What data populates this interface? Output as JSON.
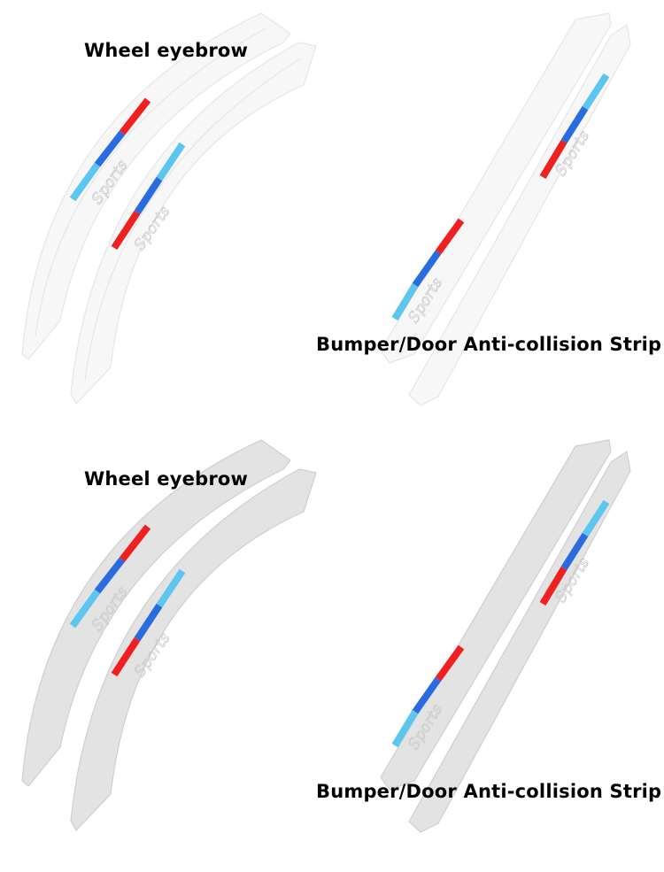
{
  "panels": [
    {
      "variant": "clear",
      "wheel_label": "Wheel eyebrow",
      "strip_label": "Bumper/Door Anti-collision Strip"
    },
    {
      "variant": "gray",
      "wheel_label": "Wheel eyebrow",
      "strip_label": "Bumper/Door Anti-collision Strip"
    }
  ],
  "emboss_text": "Sports",
  "colors": {
    "red": "#f02020",
    "blue": "#2b6be0",
    "light_blue": "#5cc6ef",
    "clear_body": "#f6f6f6",
    "gray_body": "#e2e2e2"
  }
}
